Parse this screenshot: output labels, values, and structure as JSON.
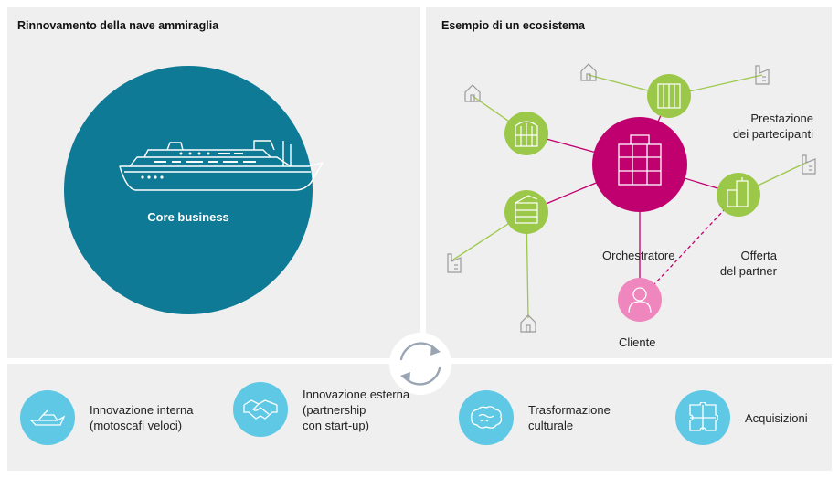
{
  "left_panel": {
    "title": "Rinnovamento della nave ammiraglia",
    "core_label": "Core business",
    "ship_icon": "cruise-ship-icon",
    "colors": {
      "circle": "#0e7a96",
      "panel": "#efefef"
    }
  },
  "right_panel": {
    "title": "Esempio di un ecosistema",
    "orchestrator_label": "Orchestratore",
    "partner_offer_label": "Offerta\ndel partner",
    "participants_label": "Prestazione\ndei partecipanti",
    "client_label": "Cliente",
    "colors": {
      "orchestrator": "#c0006f",
      "node": "#9cc84a",
      "client": "#ef86bd",
      "link_main": "#c0006f",
      "link_secondary": "#9cc84a"
    }
  },
  "bottom": {
    "items": [
      {
        "label": "Innovazione interna\n(motoscafi veloci)",
        "icon": "speedboat-icon"
      },
      {
        "label": "Innovazione esterna\n(partnership\ncon start-up)",
        "icon": "handshake-icon"
      },
      {
        "label": "Trasformazione\nculturale",
        "icon": "brain-icon"
      },
      {
        "label": "Acquisizioni",
        "icon": "puzzle-icon"
      }
    ],
    "cycle_icon": "refresh-cycle-icon",
    "colors": {
      "icon_circle": "#5ec8e5"
    }
  }
}
